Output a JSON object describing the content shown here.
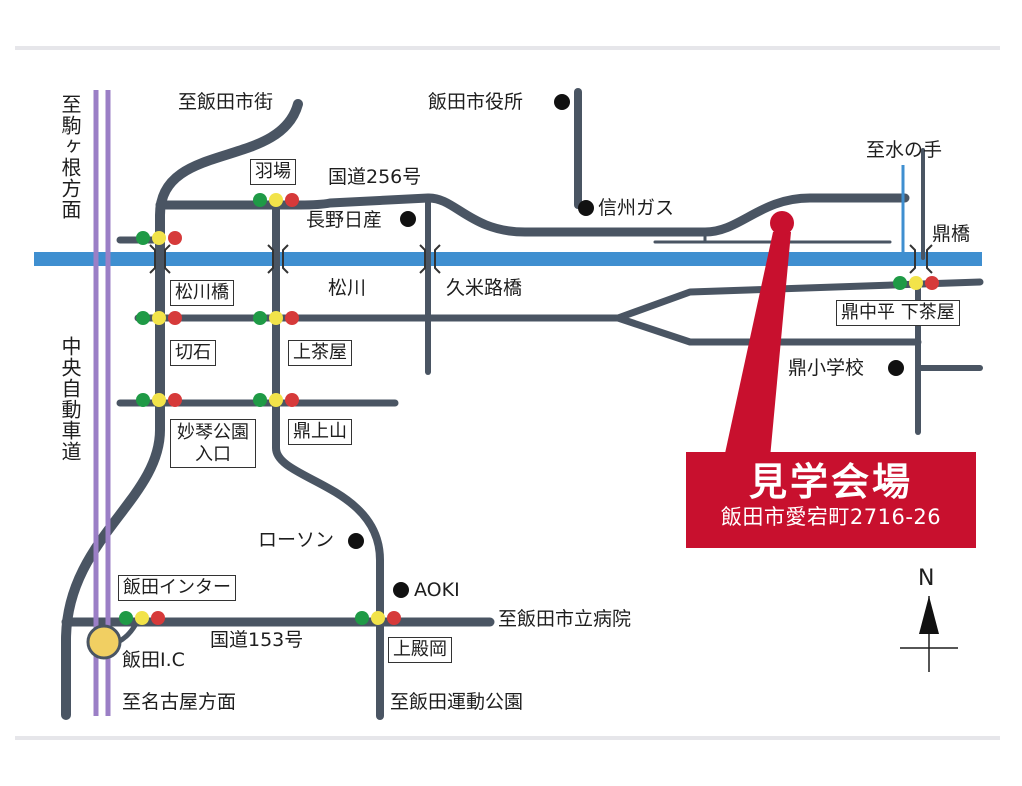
{
  "colors": {
    "road": "#4a5563",
    "river": "#3f8fd0",
    "expressway": "#9b7fc6",
    "venue": "#c8102e",
    "signal_green": "#1f9a46",
    "signal_yellow": "#f2e34a",
    "signal_red": "#d63a3a",
    "interchange": "#f1cf62"
  },
  "directions": {
    "to_iida_city": "至飯田市街",
    "to_mizunote": "至水の手",
    "to_komagane": "至駒ヶ根方面",
    "to_nagoya": "至名古屋方面",
    "to_hospital": "至飯田市立病院",
    "to_sports_park": "至飯田運動公園"
  },
  "roads": {
    "route256": "国道256号",
    "route153": "国道153号",
    "chuo_expressway": "中央自動車道",
    "river": "松川",
    "kumeji_bridge": "久米路橋",
    "kanae_bridge": "鼎橋"
  },
  "intersections": {
    "haba": "羽場",
    "matsukawa_bridge": "松川橋",
    "kiriishi": "切石",
    "kamichaya": "上茶屋",
    "myokin_park_1": "妙琴公園",
    "myokin_park_2": "入口",
    "kanae_kamiyama": "鼎上山",
    "iida_inter": "飯田インター",
    "kamitonooka": "上殿岡",
    "kanae_nakadaira": "鼎中平",
    "shimochaya": "下茶屋"
  },
  "landmarks": {
    "city_hall": "飯田市役所",
    "nagano_nissan": "長野日産",
    "shinshu_gas": "信州ガス",
    "kanae_school": "鼎小学校",
    "lawson": "ローソン",
    "aoki": "AOKI",
    "iida_ic": "飯田I.C"
  },
  "venue": {
    "title": "見学会場",
    "address": "飯田市愛宕町2716-26"
  },
  "north_label": "N",
  "icons": {
    "landmark": "black-dot-icon",
    "signal": "traffic-signal-icon",
    "venue": "red-pin-icon",
    "north": "north-arrow-icon"
  }
}
